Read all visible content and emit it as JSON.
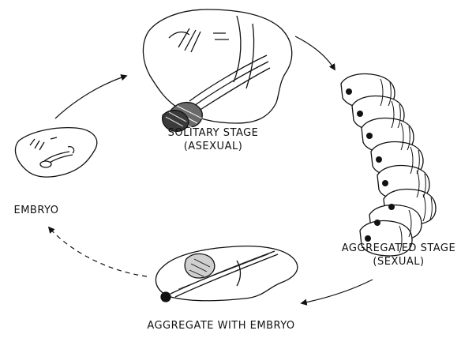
{
  "diagram": {
    "stages": {
      "solitary": {
        "line1": "SOLITARY STAGE",
        "line2": "(ASEXUAL)"
      },
      "aggregated": {
        "line1": "AGGREGATED STAGE",
        "line2": "(SEXUAL)"
      },
      "aggregate_with_embryo": {
        "line1": "AGGREGATE WITH EMBRYO"
      },
      "embryo": {
        "line1": "EMBRYO"
      }
    },
    "colors": {
      "ink": "#111111",
      "background": "#ffffff"
    }
  }
}
